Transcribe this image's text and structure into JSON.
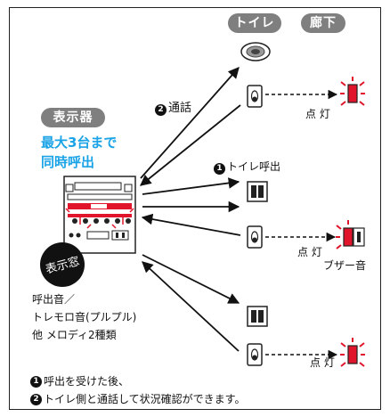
{
  "labels": {
    "toilet": "トイレ",
    "hallway": "廊下",
    "display": "表示器",
    "max_calls_line1": "最大3台まで",
    "max_calls_line2": "同時呼出",
    "talk_num": "2",
    "talk": "通話",
    "toilet_call_num": "1",
    "toilet_call": "トイレ呼出",
    "lit_1": "点 灯",
    "lit_2": "点 灯",
    "buzzer": "ブザー音",
    "lit_3": "点 灯",
    "display_window": "表示窓",
    "sound_line1": "呼出音／",
    "sound_line2": "トレモロ音(プルプル)",
    "sound_line3": "他 メロディ2種類"
  },
  "notes": [
    {
      "num": "1",
      "text": "呼出を受けた後、"
    },
    {
      "num": "2",
      "text": "トイレ側と通話して状況確認ができます。"
    }
  ],
  "colors": {
    "pill": "#7f7f7f",
    "accent_blue": "#1aa3e6",
    "lamp_red": "#e0142a"
  }
}
